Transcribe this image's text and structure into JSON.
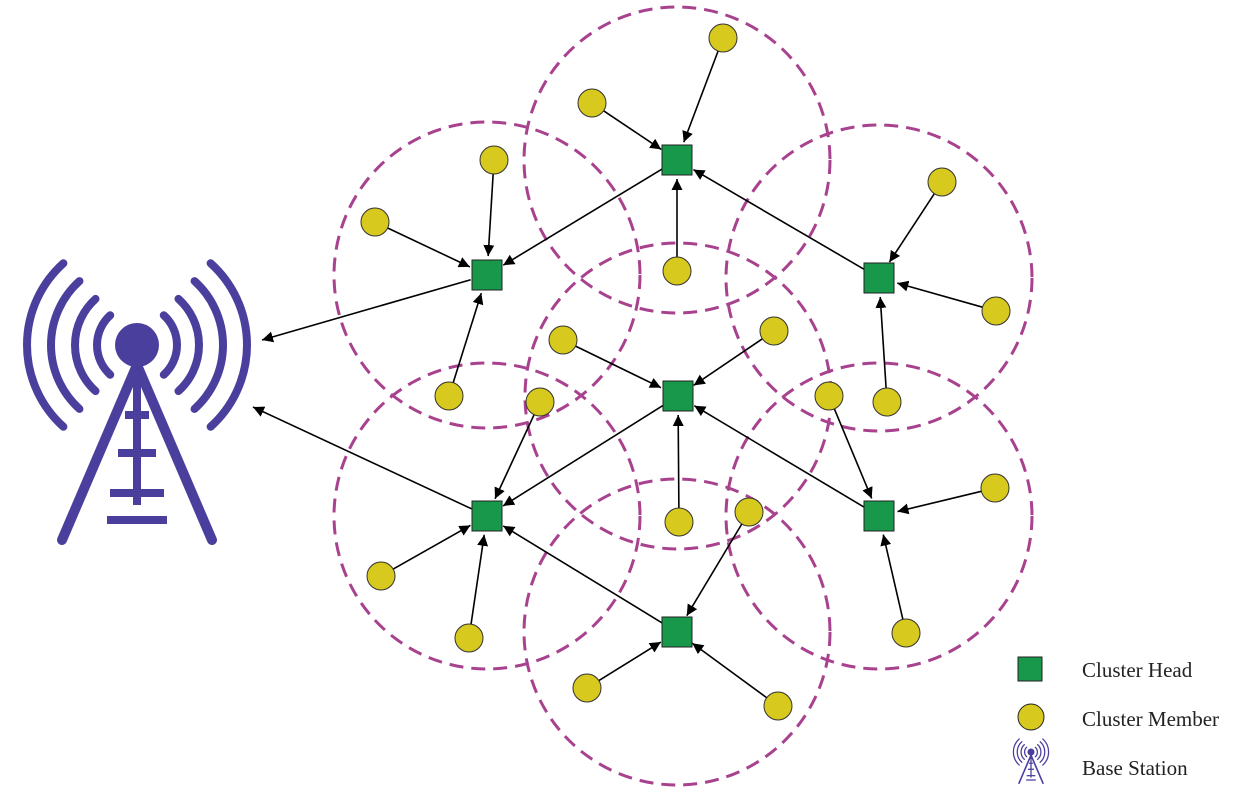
{
  "legend": {
    "cluster_head": "Cluster Head",
    "cluster_member": "Cluster Member",
    "base_station": "Base Station"
  },
  "colors": {
    "cluster_boundary": "#a8428f",
    "cluster_head": "#17984a",
    "cluster_member": "#d8c91e",
    "base_station": "#4b3f9e",
    "link": "#000000"
  },
  "icons": {
    "cluster_head": "green-square",
    "cluster_member": "yellow-circle",
    "base_station": "radio-tower-icon"
  }
}
